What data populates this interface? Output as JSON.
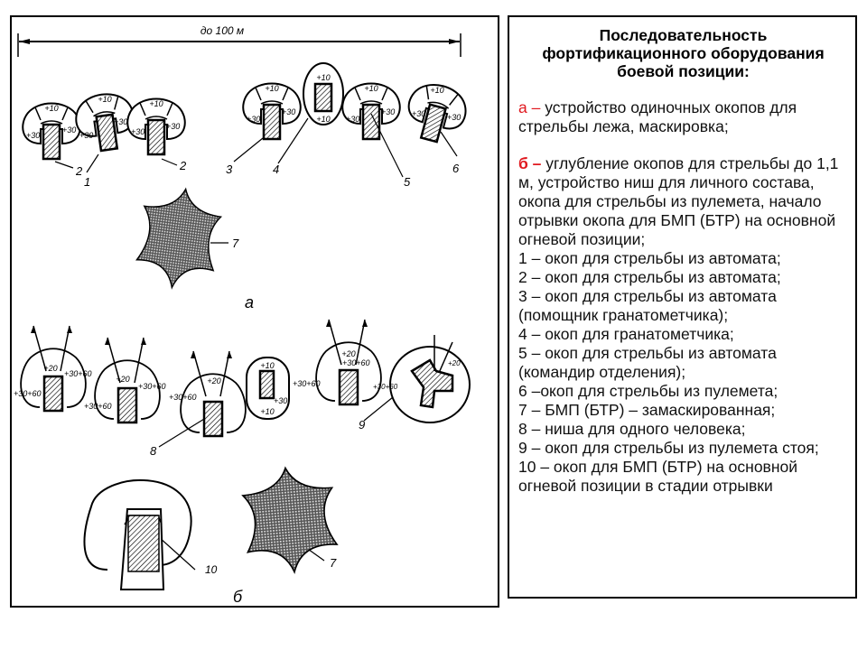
{
  "title": "Последовательность фортификационного оборудования боевой позиции:",
  "stage_a": {
    "marker": "а –",
    "text": " устройство одиночных окопов для стрельбы лежа, маскировка;"
  },
  "stage_b": {
    "marker": "б –",
    "text": " углубление окопов для стрельбы до 1,1 м, устройство ниш для личного состава, окопа для стрельбы из пулемета, начало отрывки окопа для БМП (БТР) на основной огневой позиции;"
  },
  "legend": [
    "1 – окоп для стрельбы из автомата;",
    "2 – окоп для стрельбы из автомата;",
    "3 – окоп для стрельбы из автомата (помощник гранатометчика);",
    "4 – окоп для гранатометчика;",
    "5 – окоп для стрельбы из автомата (командир  отделения);",
    "6 –окоп для стрельбы из пулемета;",
    "7 – БМП (БТР) – замаскированная;",
    "8 – ниша для одного человека;",
    "9 – окоп для стрельбы из пулемета стоя;",
    "10 – окоп для БМП (БТР) на основной огневой позиции в стадии отрывки"
  ],
  "diagram": {
    "distance": "до 100 м",
    "panel_a": "а",
    "panel_b": "б",
    "p10": "+10",
    "p30": "+30",
    "p20": "+20",
    "p3060": "+30+60",
    "n1": "1",
    "n2": "2",
    "n3": "3",
    "n4": "4",
    "n5": "5",
    "n6": "6",
    "n7": "7",
    "n8": "8",
    "n9": "9",
    "n10": "10"
  }
}
